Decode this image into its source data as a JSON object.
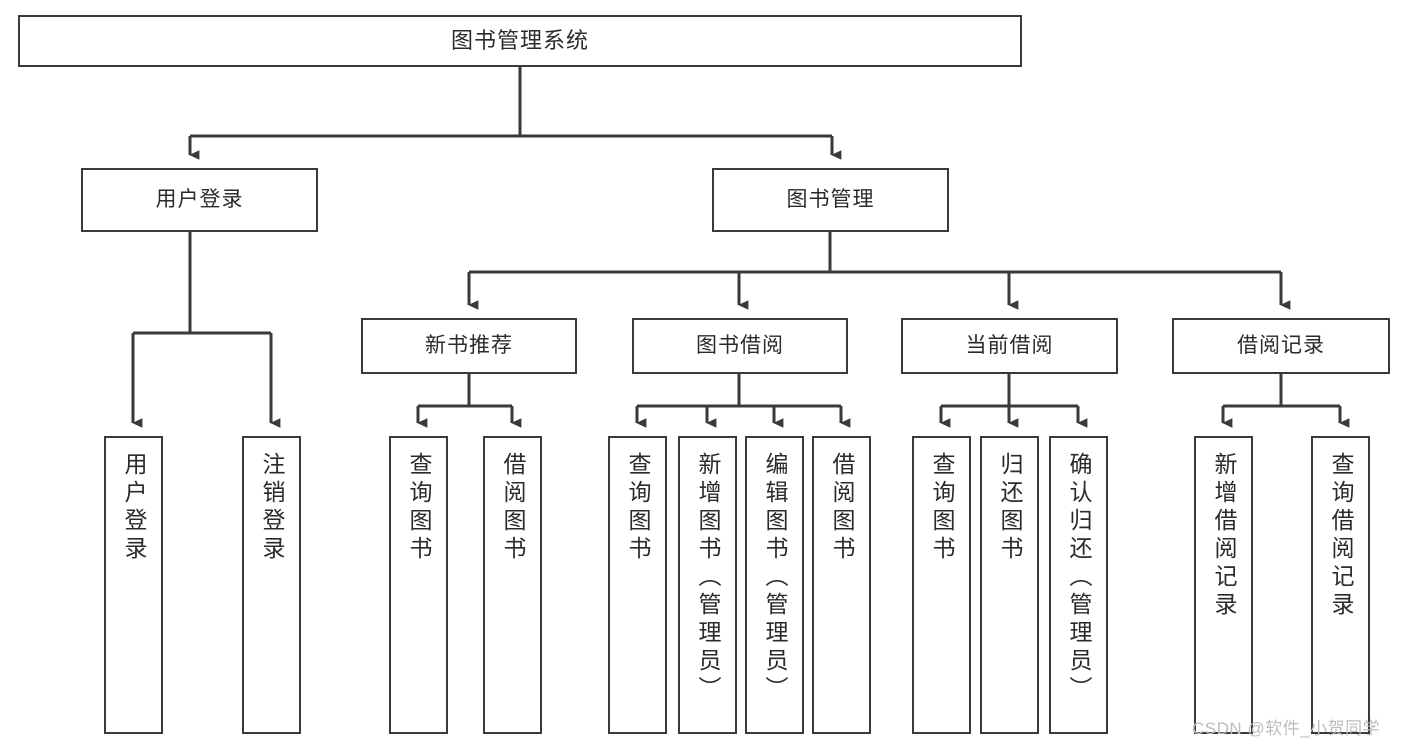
{
  "diagram": {
    "title": "图书管理系统",
    "type": "hierarchy-tree",
    "root": {
      "id": "root",
      "label": "图书管理系统"
    },
    "level2": [
      {
        "id": "user-login",
        "label": "用户登录"
      },
      {
        "id": "book-management",
        "label": "图书管理"
      }
    ],
    "level3": [
      {
        "id": "new-book-recommend",
        "label": "新书推荐",
        "parent": "book-management"
      },
      {
        "id": "book-borrow",
        "label": "图书借阅",
        "parent": "book-management"
      },
      {
        "id": "current-borrow",
        "label": "当前借阅",
        "parent": "book-management"
      },
      {
        "id": "borrow-record",
        "label": "借阅记录",
        "parent": "book-management"
      }
    ],
    "leaves": {
      "user_login": [
        {
          "id": "leaf-user-login",
          "label": "用户登录"
        },
        {
          "id": "leaf-user-logout",
          "label": "注销登录"
        }
      ],
      "new_book_recommend": [
        {
          "id": "leaf-query-book-1",
          "label": "查询图书"
        },
        {
          "id": "leaf-borrow-book-1",
          "label": "借阅图书"
        }
      ],
      "book_borrow": [
        {
          "id": "leaf-query-book-2",
          "label": "查询图书"
        },
        {
          "id": "leaf-add-book",
          "label": "新增图书（管理员）"
        },
        {
          "id": "leaf-edit-book",
          "label": "编辑图书（管理员）"
        },
        {
          "id": "leaf-borrow-book-2",
          "label": "借阅图书"
        }
      ],
      "current_borrow": [
        {
          "id": "leaf-query-book-3",
          "label": "查询图书"
        },
        {
          "id": "leaf-return-book",
          "label": "归还图书"
        },
        {
          "id": "leaf-confirm-return",
          "label": "确认归还（管理员）"
        }
      ],
      "borrow_record": [
        {
          "id": "leaf-add-record",
          "label": "新增借阅记录"
        },
        {
          "id": "leaf-query-record",
          "label": "查询借阅记录"
        }
      ]
    },
    "colors": {
      "box_border": "#3a3a3a",
      "box_fill": "#ffffff",
      "connector": "#3a3a3a",
      "text": "#2b2b2b",
      "watermark": "#bdbdbd"
    }
  },
  "watermark": {
    "text": "CSDN @软件_小贺同学"
  }
}
